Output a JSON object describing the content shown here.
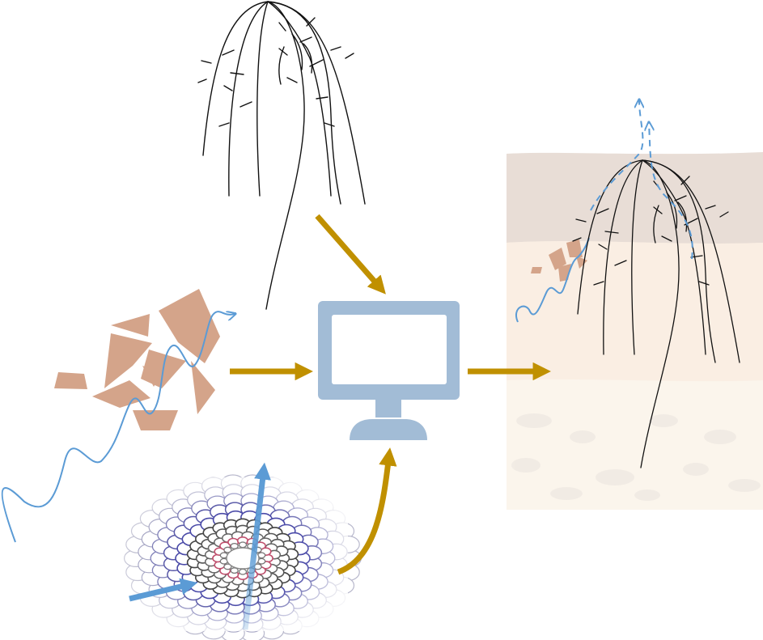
{
  "title": "",
  "nodes": [
    {
      "id": "root-architecture",
      "icon": "root-system-icon"
    },
    {
      "id": "soil-particles",
      "icon": "soil-particles-icon"
    },
    {
      "id": "root-cross-section",
      "icon": "root-cross-section-icon"
    },
    {
      "id": "computer",
      "icon": "computer-monitor-icon"
    },
    {
      "id": "root-in-soil",
      "icon": "root-in-soil-icon"
    }
  ],
  "edges": [
    {
      "from": "root-architecture",
      "to": "computer"
    },
    {
      "from": "soil-particles",
      "to": "computer"
    },
    {
      "from": "root-cross-section",
      "to": "computer"
    },
    {
      "from": "computer",
      "to": "root-in-soil"
    }
  ],
  "colors": {
    "arrow": "#c09000",
    "water": "#5b9bd5",
    "particle": "#d4a48a",
    "monitor": "#a2bcd6",
    "root": "#111111",
    "xylem": "#c0506e",
    "cortex": "#4a4aa8"
  }
}
